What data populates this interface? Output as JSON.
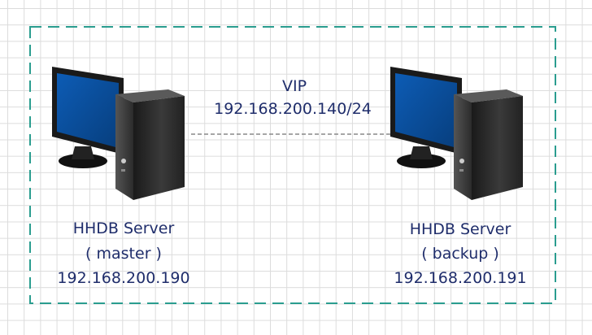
{
  "vip": {
    "label": "VIP",
    "address": "192.168.200.140/24"
  },
  "servers": [
    {
      "name": "HHDB Server",
      "role": "( master )",
      "ip": "192.168.200.190"
    },
    {
      "name": "HHDB Server",
      "role": "( backup )",
      "ip": "192.168.200.191"
    }
  ],
  "colors": {
    "frame": "#2a9d8f",
    "text": "#1f2d6b",
    "screen": "#0a4f9e",
    "link": "#888888"
  },
  "icons": [
    "desktop-computer-icon",
    "desktop-computer-icon"
  ]
}
